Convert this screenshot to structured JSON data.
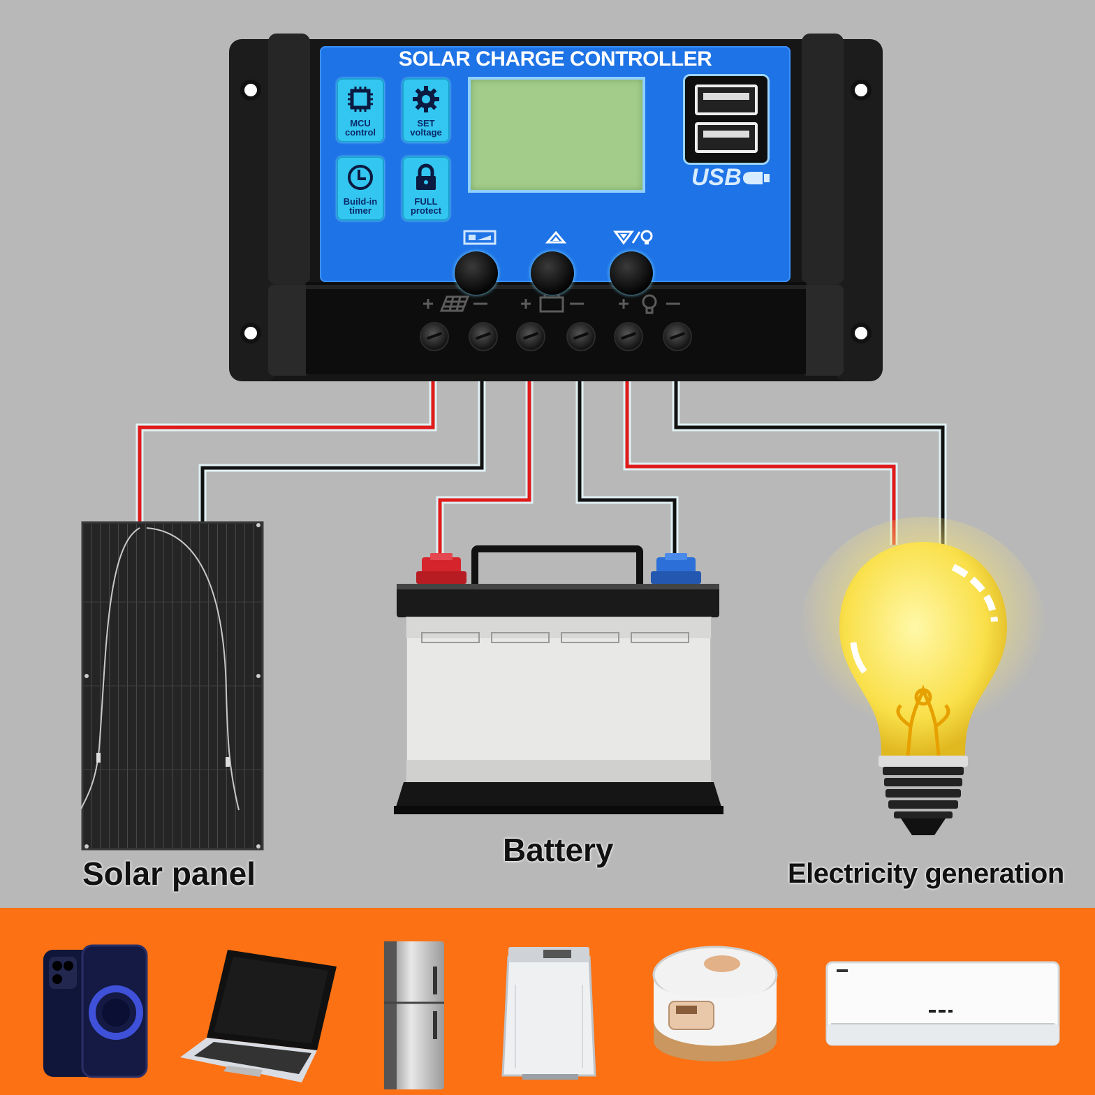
{
  "controller": {
    "title": "SOLAR CHARGE CONTROLLER",
    "features": [
      {
        "icon": "chip-icon",
        "line1": "MCU",
        "line2": "control"
      },
      {
        "icon": "gear-icon",
        "line1": "SET",
        "line2": "voltage"
      },
      {
        "icon": "clock-icon",
        "line1": "Build-in",
        "line2": "timer"
      },
      {
        "icon": "lock-icon",
        "line1": "FULL",
        "line2": "protect"
      }
    ],
    "usb_label": "USB",
    "buttons": [
      "menu-icon",
      "up-arrow-icon",
      "down-arrow-bulb-icon"
    ],
    "terminal_groups": [
      "solar-panel-icon",
      "battery-icon",
      "bulb-icon"
    ],
    "colors": {
      "panel_blue": "#1e73e6",
      "feature_blue": "#33c6f0",
      "lcd_green": "#a3cc8a",
      "housing": "#161616"
    }
  },
  "labels": {
    "solar_panel": "Solar panel",
    "battery": "Battery",
    "load": "Electricity generation"
  },
  "wires": {
    "positive_color": "#e01a1a",
    "negative_color": "#111111"
  },
  "appliances": [
    "smartphone-icon",
    "laptop-icon",
    "refrigerator-icon",
    "washing-machine-icon",
    "rice-cooker-icon",
    "air-conditioner-icon"
  ],
  "colors": {
    "background": "#b8b8b8",
    "footer_band": "#fb7113",
    "bulb_yellow": "#f9e04a"
  }
}
